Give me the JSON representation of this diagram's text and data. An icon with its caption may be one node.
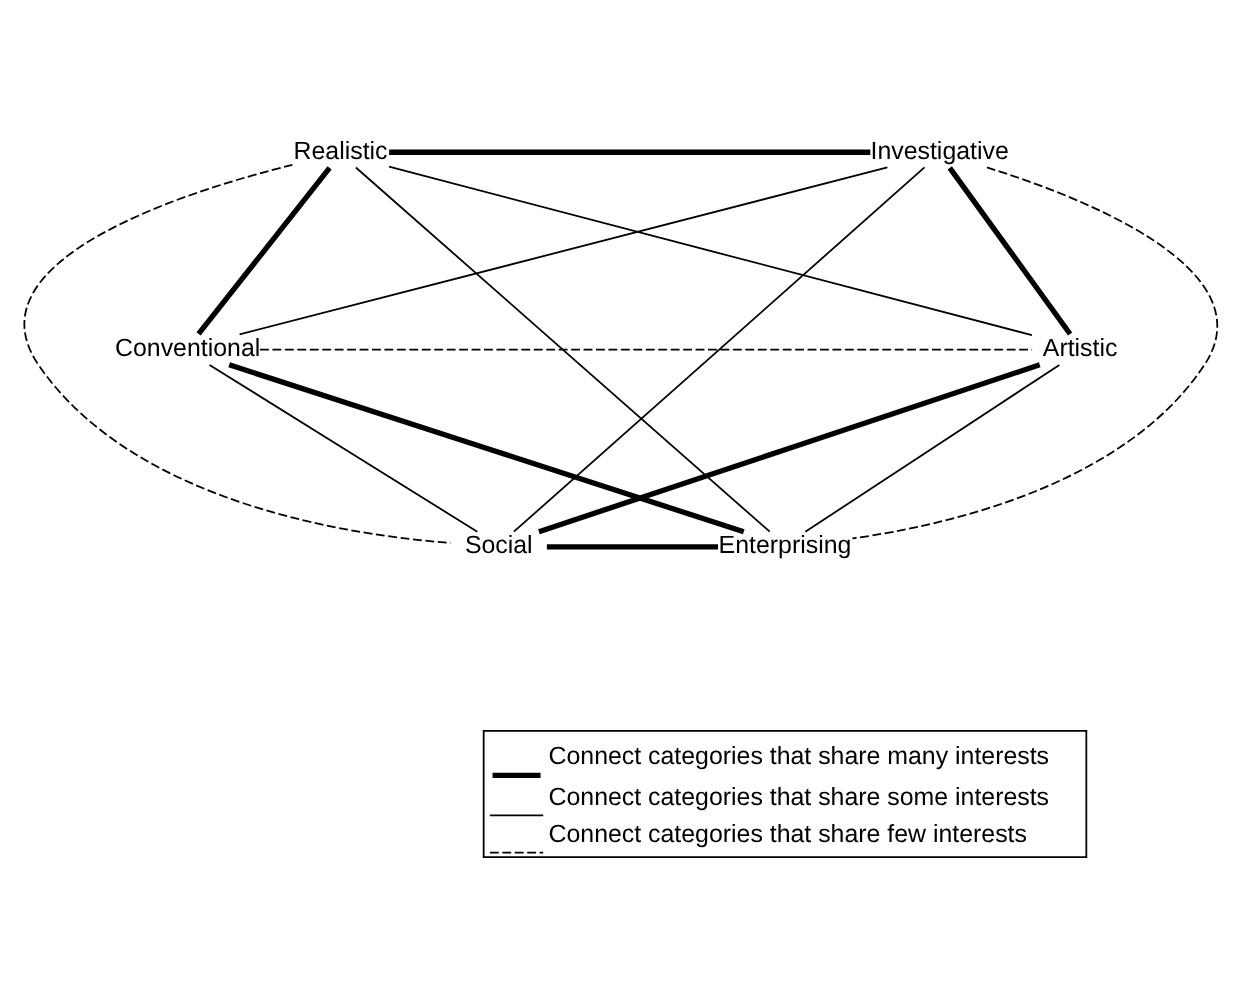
{
  "diagram": {
    "nodes": [
      {
        "text": [
          "Realistic"
        ]
      },
      {
        "text": [
          "Investigative"
        ]
      },
      {
        "text": [
          "Conventional"
        ]
      },
      {
        "text": [
          "Artistic"
        ]
      },
      {
        "text": [
          "Enterprising"
        ]
      },
      {
        "text": [
          "Social"
        ]
      }
    ],
    "edges": [
      {
        "from": 0,
        "to": 1,
        "arrow": "none",
        "style": "thick"
      },
      {
        "from": 0,
        "to": 2,
        "arrow": "none",
        "style": "thick"
      },
      {
        "from": 1,
        "to": 3,
        "arrow": "none",
        "style": "thick"
      },
      {
        "from": 3,
        "to": 5,
        "arrow": "none",
        "style": "thick"
      },
      {
        "from": 2,
        "to": 4,
        "arrow": "none",
        "style": "thick"
      },
      {
        "from": 4,
        "to": 5,
        "arrow": "none",
        "style": "thick"
      },
      {
        "from": 0,
        "to": 3,
        "arrow": "none"
      },
      {
        "from": 0,
        "to": 4,
        "arrow": "none"
      },
      {
        "from": 1,
        "to": 2,
        "arrow": "none"
      },
      {
        "from": 1,
        "to": 5,
        "arrow": "none"
      },
      {
        "from": 2,
        "to": 5,
        "arrow": "none"
      },
      {
        "from": 3,
        "to": 4,
        "arrow": "none"
      },
      {
        "from": 0,
        "to": 5,
        "arrow": "none",
        "style": "dashed"
      },
      {
        "from": 1,
        "to": 4,
        "arrow": "none",
        "style": "dashed"
      },
      {
        "from": 2,
        "to": 3,
        "arrow": "none",
        "style": "dashed"
      }
    ],
    "legend": [
      {
        "text": "Connect categories that share many interests"
      },
      {
        "text": "Connect categories that share some interests"
      },
      {
        "text": "Connect categories that share few interests"
      }
    ]
  }
}
